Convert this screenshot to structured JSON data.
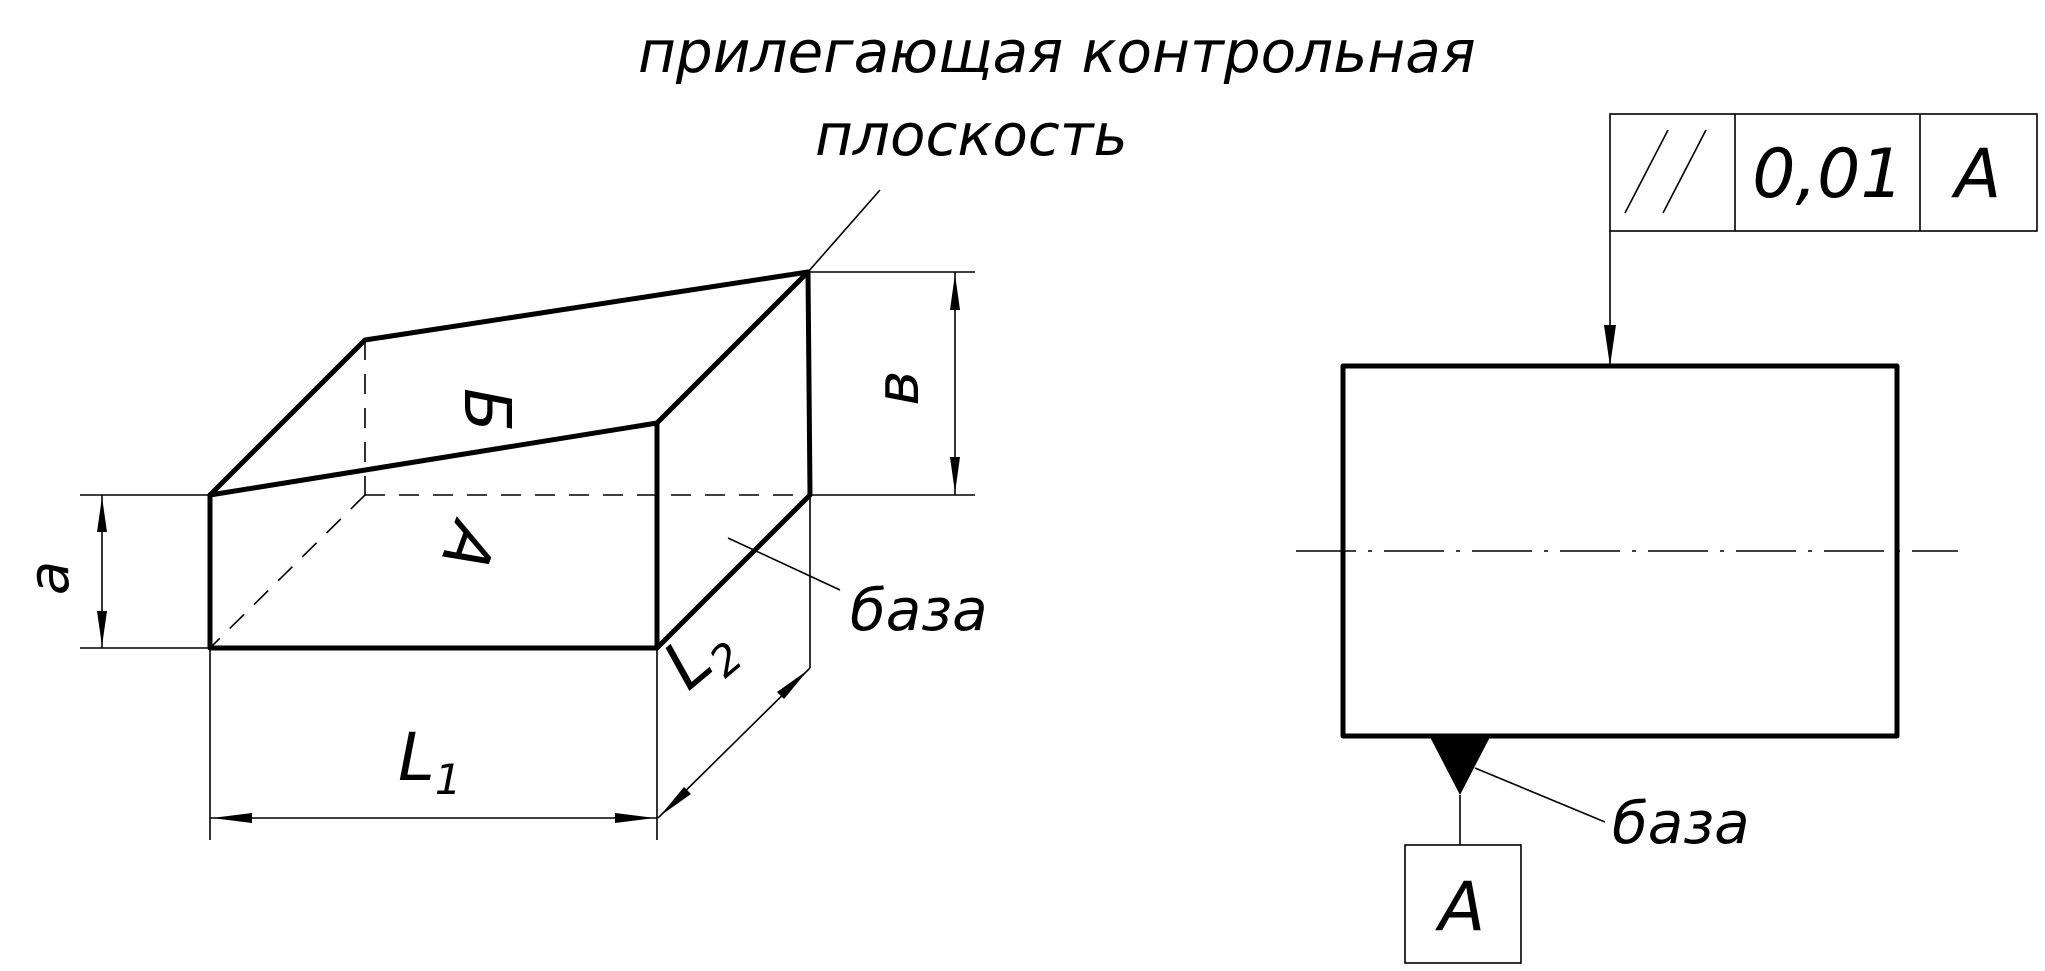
{
  "left_figure": {
    "annotation_line1": "прилегающая контрольная",
    "annotation_line2": "плоскость",
    "face_top": "Б",
    "face_bottom": "А",
    "dim_a": "a",
    "dim_b": "в",
    "dim_L1_base": "L",
    "dim_L1_sub": "1",
    "dim_L2_base": "L",
    "dim_L2_sub": "2",
    "base_label": "база"
  },
  "right_figure": {
    "tolerance_frame": {
      "symbol": "parallelism-symbol",
      "value": "0,01",
      "datum": "A"
    },
    "datum_box_label": "A",
    "base_label": "база"
  }
}
